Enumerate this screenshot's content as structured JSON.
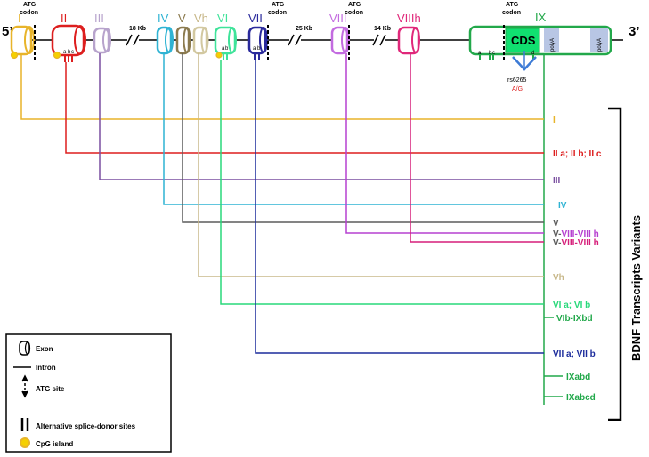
{
  "gene": {
    "end5": "5’",
    "end3": "3’",
    "atg_codon": [
      "ATG",
      "codon"
    ],
    "gaps": [
      "18 Kb",
      "25 Kb",
      "14 Kb"
    ],
    "exons": [
      "I",
      "II",
      "III",
      "IV",
      "V",
      "Vh",
      "VI",
      "VII",
      "VIII",
      "VIIIh",
      "IX"
    ],
    "cds": "CDS",
    "polyA": "polyA",
    "splice_letters": {
      "exon2": [
        "a",
        "b",
        "c"
      ],
      "exon6": [
        "a",
        "b"
      ],
      "exon7": [
        "a",
        "b"
      ],
      "exon9": [
        "a",
        "b",
        "c",
        "d"
      ]
    },
    "snp": "rs6265",
    "snp_alleles": "A/G"
  },
  "transcripts": {
    "title": "BDNF Transcripts Variants",
    "items": [
      {
        "label": "I",
        "color": "#E8B42A"
      },
      {
        "label": "II a; II b; II c",
        "color": "#DD1E1E"
      },
      {
        "label": "III",
        "color": "#7A4FA0"
      },
      {
        "label": "IV",
        "color": "#2FB3D3"
      },
      {
        "label": "V",
        "color": "#5C5C5C"
      },
      {
        "label": "V-",
        "extra": "VIII-VIII h",
        "color": "#5C5C5C",
        "extra_color": "#B640D0"
      },
      {
        "label": "V-",
        "extra": "VIII-VIII h",
        "color": "#5C5C5C",
        "extra_color": "#D61F7A"
      },
      {
        "label": "Vh",
        "color": "#C8B88A"
      },
      {
        "label": "VI a; VI b",
        "color": "#28D87A"
      },
      {
        "label": "VIb-IXbd",
        "color": "#21A84A"
      },
      {
        "label": "VII a; VII b",
        "color": "#1C2C9C"
      },
      {
        "label": "IXabd",
        "color": "#21A84A"
      },
      {
        "label": "IXabcd",
        "color": "#21A84A"
      }
    ]
  },
  "legend": {
    "exon": "Exon",
    "intron": "Intron",
    "atg_site": "ATG site",
    "splice": "Alternative splice-donor  sites",
    "cpg": "CpG island"
  },
  "colors": {
    "I": "#E8B42A",
    "II": "#DD1E1E",
    "III": "#B7A3CC",
    "IV": "#2FB3D3",
    "V": "#8B7A4E",
    "Vh": "#D2C8A0",
    "VI": "#3FE39A",
    "VII": "#2A2A9C",
    "VIII": "#C36BE0",
    "VIIIh": "#E0287A",
    "IX": "#22A84A",
    "cds": "#10E070",
    "polyA": "#B8C6E4"
  }
}
